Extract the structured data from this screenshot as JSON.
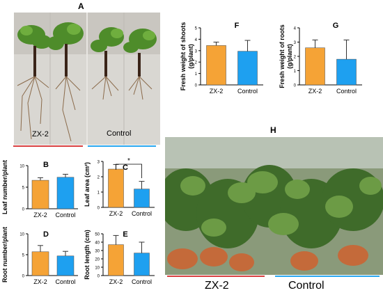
{
  "panels": {
    "A": {
      "label": "A",
      "caption_left": "ZX-2",
      "caption_right": "Control"
    },
    "H": {
      "label": "H",
      "caption_left": "ZX-2",
      "caption_right": "Control"
    }
  },
  "colors": {
    "zx2": "#F5A336",
    "control": "#1EA0F0",
    "red_line": "#D94040",
    "blue_line": "#2AA8F0"
  },
  "chart_data": [
    {
      "panel": "B",
      "type": "bar",
      "categories": [
        "ZX-2",
        "Control"
      ],
      "values": [
        6.6,
        7.3
      ],
      "errors": [
        0.6,
        0.7
      ],
      "ylim": [
        0,
        10
      ],
      "yticks": [
        "0",
        "5",
        "10"
      ],
      "ylabel": "Leaf number/plant",
      "annotation": ""
    },
    {
      "panel": "C",
      "type": "bar",
      "categories": [
        "ZX-2",
        "Control"
      ],
      "values": [
        2.5,
        1.2
      ],
      "errors": [
        0.3,
        0.5
      ],
      "ylim": [
        0,
        3
      ],
      "yticks": [
        "0",
        "1",
        "2",
        "3"
      ],
      "ylabel": "Leaf area (cm²)",
      "annotation": "*"
    },
    {
      "panel": "D",
      "type": "bar",
      "categories": [
        "ZX-2",
        "Control"
      ],
      "values": [
        5.7,
        4.7
      ],
      "errors": [
        1.5,
        1.1
      ],
      "ylim": [
        0,
        10
      ],
      "yticks": [
        "0",
        "5",
        "10"
      ],
      "ylabel": "Root number/plant",
      "annotation": ""
    },
    {
      "panel": "E",
      "type": "bar",
      "categories": [
        "ZX-2",
        "Control"
      ],
      "values": [
        37,
        27
      ],
      "errors": [
        11,
        13
      ],
      "ylim": [
        0,
        50
      ],
      "yticks": [
        "0",
        "10",
        "20",
        "30",
        "40",
        "50"
      ],
      "ylabel": "Root length (cm)",
      "annotation": ""
    },
    {
      "panel": "F",
      "type": "bar",
      "categories": [
        "ZX-2",
        "Control"
      ],
      "values": [
        3.45,
        2.95
      ],
      "errors": [
        0.3,
        0.95
      ],
      "ylim": [
        0,
        5
      ],
      "yticks": [
        "0",
        "1",
        "2",
        "3",
        "4",
        "5"
      ],
      "ylabel": "Fresh weight of shoots (g/plant)",
      "annotation": ""
    },
    {
      "panel": "G",
      "type": "bar",
      "categories": [
        "ZX-2",
        "Control"
      ],
      "values": [
        2.6,
        1.8
      ],
      "errors": [
        0.55,
        1.35
      ],
      "ylim": [
        0,
        4
      ],
      "yticks": [
        "0",
        "1",
        "2",
        "3",
        "4"
      ],
      "ylabel": "Fresh weight of roots (g/plant)",
      "annotation": ""
    }
  ]
}
